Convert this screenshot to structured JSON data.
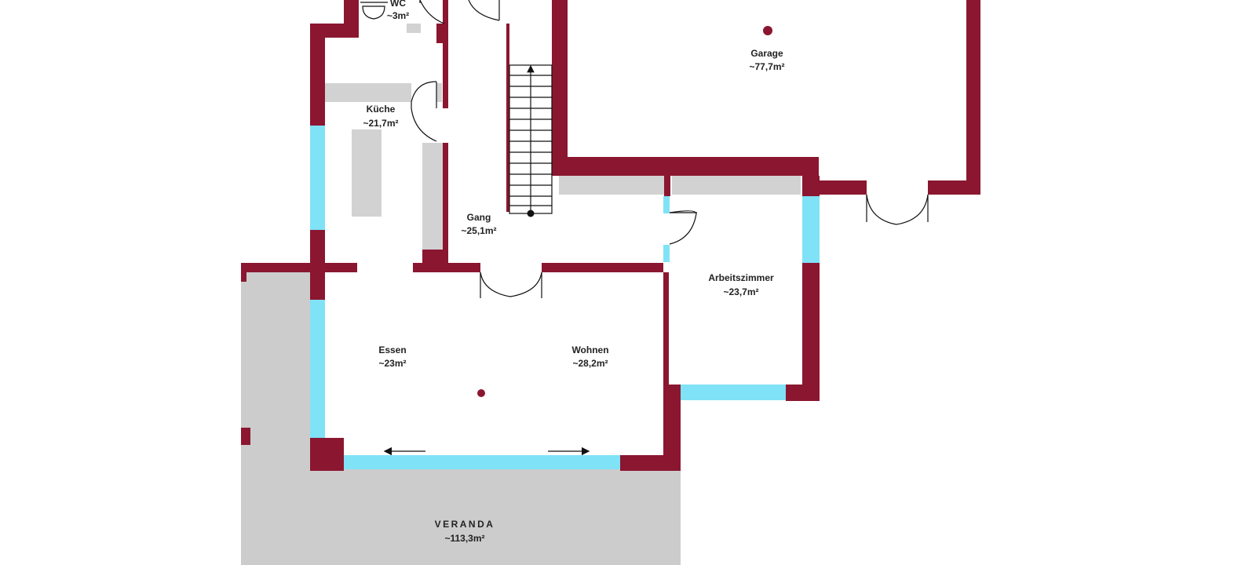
{
  "colors": {
    "wall": "#8b1630",
    "window": "#80e2f6",
    "fixture": "#d2d2d2",
    "terrace": "#cccccc",
    "line": "#111111",
    "background": "#ffffff"
  },
  "rooms": {
    "wc": {
      "name": "WC",
      "area": "~3m²"
    },
    "garage": {
      "name": "Garage",
      "area": "~77,7m²"
    },
    "kueche": {
      "name": "Küche",
      "area": "~21,7m²"
    },
    "gang": {
      "name": "Gang",
      "area": "~25,1m²"
    },
    "arbeit": {
      "name": "Arbeitszimmer",
      "area": "~23,7m²"
    },
    "essen": {
      "name": "Essen",
      "area": "~23m²"
    },
    "wohnen": {
      "name": "Wohnen",
      "area": "~28,2m²"
    },
    "veranda": {
      "name": "VERANDA",
      "area": "~113,3m²"
    }
  },
  "icons": {
    "stairs_direction": "arrow-up-icon",
    "sliding_door_left": "arrow-left-icon",
    "sliding_door_right": "arrow-right-icon",
    "ceiling_light": "dot-icon"
  }
}
